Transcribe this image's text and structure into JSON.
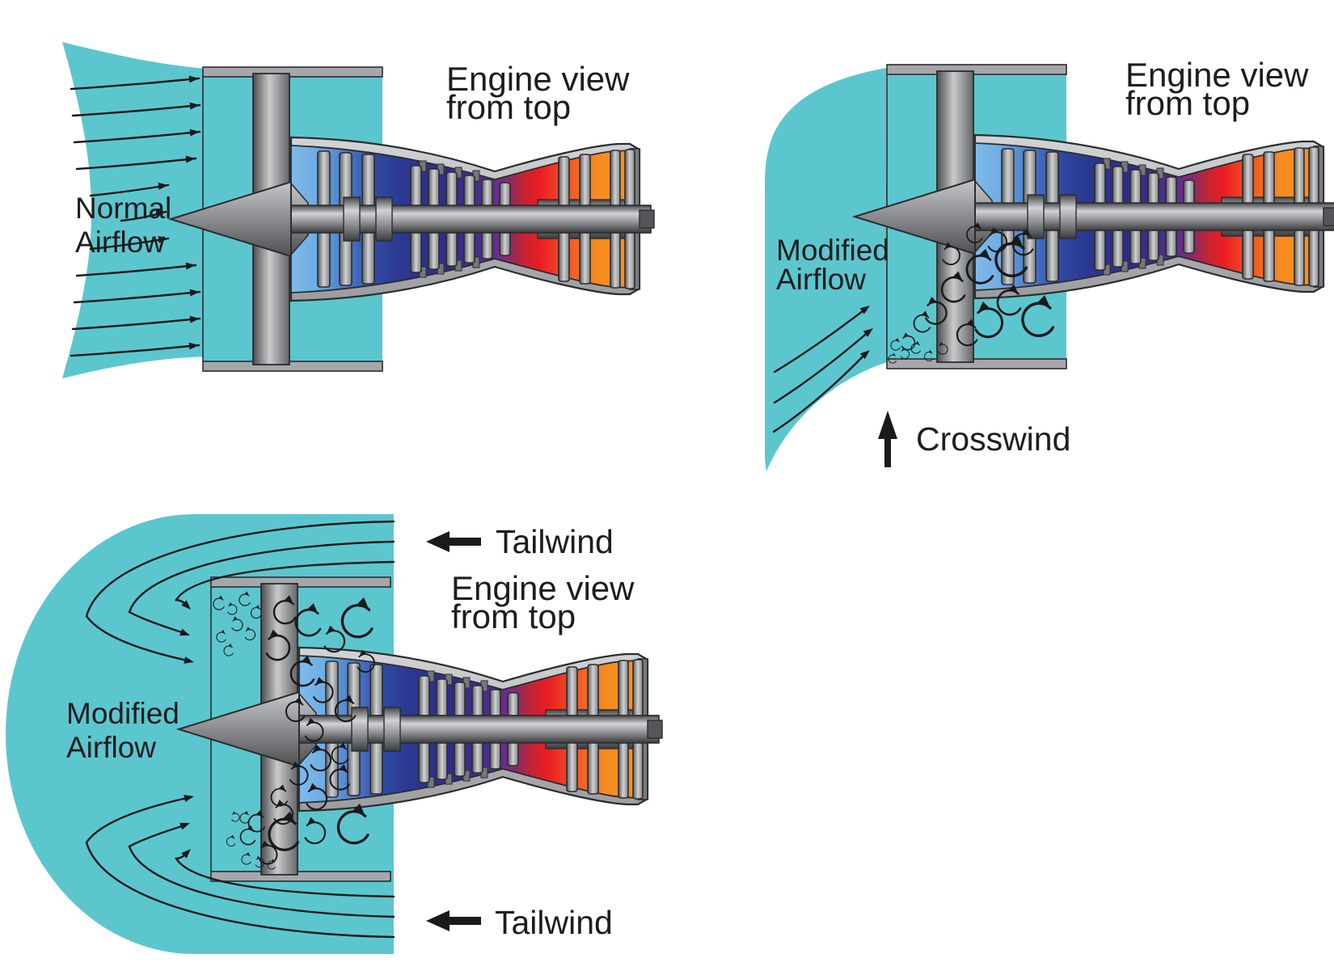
{
  "colors": {
    "airflow_teal": "#5cc6ce",
    "fan_light_blue": "#7ebbea",
    "compressor_blue": "#4a7ccb",
    "compressor_navy": "#2b3990",
    "combustor_purple": "#662d91",
    "flame_red": "#ec1c24",
    "exhaust_orange_red": "#f04e25",
    "nozzle_orange": "#f7941e",
    "casing_gray": "#9b9c9f",
    "ink_black": "#1d1d1f"
  },
  "panels": [
    {
      "id": "normal-airflow",
      "flow_label": {
        "line1": "Normal",
        "line2": "Airflow"
      },
      "view_label": {
        "line1": "Engine view",
        "line2": "from top"
      }
    },
    {
      "id": "crosswind",
      "flow_label": {
        "line1": "Modified",
        "line2": "Airflow"
      },
      "view_label": {
        "line1": "Engine view",
        "line2": "from top"
      },
      "wind_label": "Crosswind"
    },
    {
      "id": "tailwind",
      "flow_label": {
        "line1": "Modified",
        "line2": "Airflow"
      },
      "view_label": {
        "line1": "Engine view",
        "line2": "from top"
      },
      "wind_label_top": "Tailwind",
      "wind_label_bottom": "Tailwind"
    }
  ]
}
